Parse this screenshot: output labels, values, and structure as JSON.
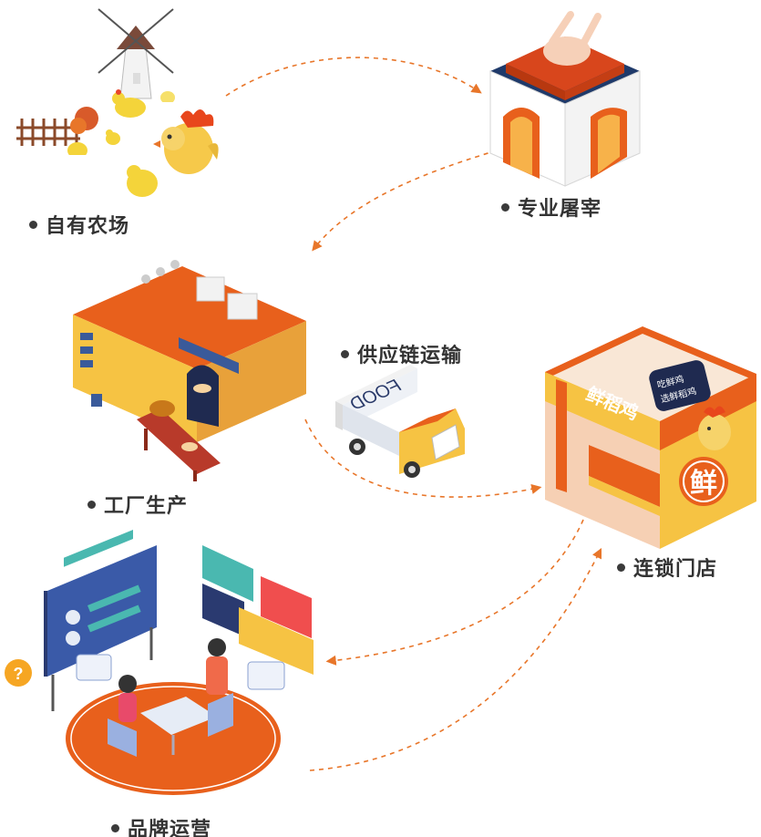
{
  "stages": {
    "farm": {
      "label": "自有农场"
    },
    "slaughter": {
      "label": "专业屠宰"
    },
    "factory": {
      "label": "工厂生产"
    },
    "logistics": {
      "label": "供应链运输",
      "truck_text": "FOOD"
    },
    "store": {
      "label": "连锁门店",
      "sign": "鲜稻鸡",
      "side_char": "鲜",
      "panel_line1": "吃鲜鸡",
      "panel_line2": "选鲜稻鸡"
    },
    "brand": {
      "label": "品牌运营"
    }
  },
  "colors": {
    "accent": "#e8601c",
    "yellow": "#f6c343",
    "arrow": "#e8762a",
    "text": "#333333"
  }
}
